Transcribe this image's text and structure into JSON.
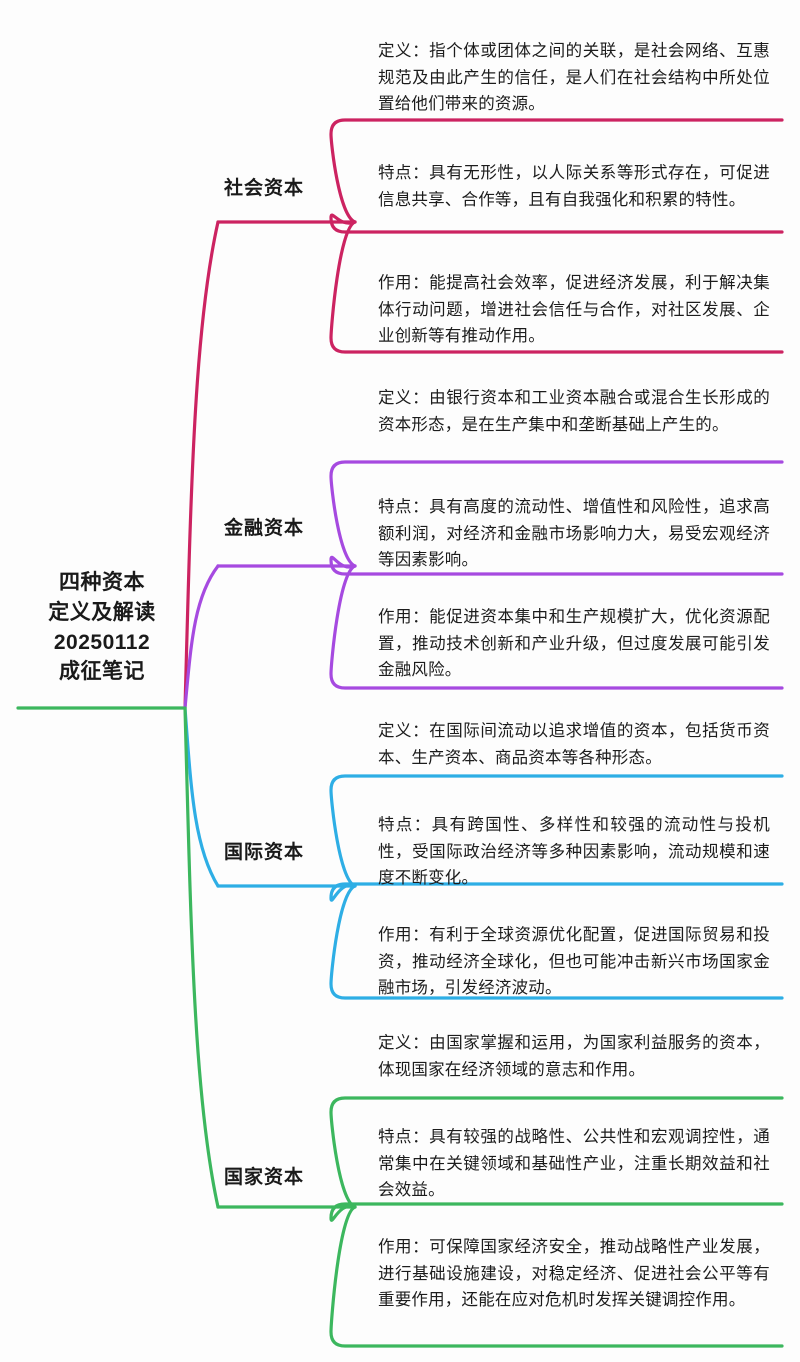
{
  "title": "四种资本定义及解读 20250112 成征笔记",
  "root": {
    "lines": [
      "四种资本",
      "定义及解读",
      "20250112",
      "成征笔记"
    ],
    "color": "#3cb75e"
  },
  "branches": [
    {
      "label": "社会资本",
      "color": "#cc2361",
      "leaves": [
        {
          "kind": "定义",
          "text": "定义：指个体或团体之间的关联，是社会网络、互惠规范及由此产生的信任，是人们在社会结构中所处位置给他们带来的资源。"
        },
        {
          "kind": "特点",
          "text": "特点：具有无形性，以人际关系等形式存在，可促进信息共享、合作等，且有自我强化和积累的特性。"
        },
        {
          "kind": "作用",
          "text": "作用：能提高社会效率，促进经济发展，利于解决集体行动问题，增进社会信任与合作，对社区发展、企业创新等有推动作用。"
        }
      ]
    },
    {
      "label": "金融资本",
      "color": "#a64ae0",
      "leaves": [
        {
          "kind": "定义",
          "text": "定义：由银行资本和工业资本融合或混合生长形成的资本形态，是在生产集中和垄断基础上产生的。"
        },
        {
          "kind": "特点",
          "text": "特点：具有高度的流动性、增值性和风险性，追求高额利润，对经济和金融市场影响力大，易受宏观经济等因素影响。"
        },
        {
          "kind": "作用",
          "text": "作用：能促进资本集中和生产规模扩大，优化资源配置，推动技术创新和产业升级，但过度发展可能引发金融风险。"
        }
      ]
    },
    {
      "label": "国际资本",
      "color": "#2eaee5",
      "leaves": [
        {
          "kind": "定义",
          "text": "定义：在国际间流动以追求增值的资本，包括货币资本、生产资本、商品资本等各种形态。"
        },
        {
          "kind": "特点",
          "text": "特点：具有跨国性、多样性和较强的流动性与投机性，受国际政治经济等多种因素影响，流动规模和速度不断变化。"
        },
        {
          "kind": "作用",
          "text": "作用：有利于全球资源优化配置，促进国际贸易和投资，推动经济全球化，但也可能冲击新兴市场国家金融市场，引发经济波动。"
        }
      ]
    },
    {
      "label": "国家资本",
      "color": "#3cb75e",
      "leaves": [
        {
          "kind": "定义",
          "text": "定义：由国家掌握和运用，为国家利益服务的资本，体现国家在经济领域的意志和作用。"
        },
        {
          "kind": "特点",
          "text": "特点：具有较强的战略性、公共性和宏观调控性，通常集中在关键领域和基础性产业，注重长期效益和社会效益。"
        },
        {
          "kind": "作用",
          "text": "作用：可保障国家经济安全，推动战略性产业发展，进行基础设施建设，对稳定经济、促进社会公平等有重要作用，还能在应对危机时发挥关键调控作用。"
        }
      ]
    }
  ]
}
